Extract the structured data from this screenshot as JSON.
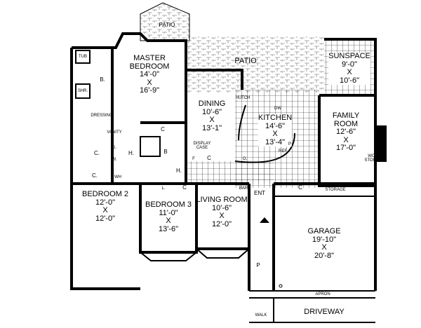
{
  "rooms": {
    "patio_small": {
      "name": "PATIO"
    },
    "patio": {
      "name": "PATIO"
    },
    "master_bedroom": {
      "name": "MASTER BEDROOM",
      "width": "14'-0\"",
      "x": "X",
      "length": "16'-9\""
    },
    "sunspace": {
      "name": "SUNSPACE",
      "width": "9'-0\"",
      "x": "X",
      "length": "10'-6\""
    },
    "dining": {
      "name": "DINING",
      "width": "10'-6\"",
      "x": "X",
      "length": "13'-1\""
    },
    "kitchen": {
      "name": "KITCHEN",
      "width": "14'-6\"",
      "x": "X",
      "length": "13'-4\""
    },
    "family_room": {
      "name": "FAMILY ROOM",
      "width": "12'-6\"",
      "x": "X",
      "length": "17'-0\""
    },
    "bedroom2": {
      "name": "BEDROOM 2",
      "width": "12'-0\"",
      "x": "X",
      "length": "12'-0\""
    },
    "bedroom3": {
      "name": "BEDROOM 3",
      "width": "11'-0\"",
      "x": "X",
      "length": "13'-6\""
    },
    "living_room": {
      "name": "LIVING ROOM",
      "width": "10'-6\"",
      "x": "X",
      "length": "12'-0\""
    },
    "garage": {
      "name": "GARAGE",
      "width": "19'-10\"",
      "x": "X",
      "length": "20'-8\""
    }
  },
  "fixtures": {
    "tub": "TUB",
    "bath_master": "B.",
    "shower": "SHR.",
    "dressing": "DRESSING",
    "vanity": "VANITY",
    "closet_master": "C.",
    "dryer": "D.",
    "washer": "W.",
    "hall1": "H.",
    "closet_linen": "C.",
    "water_heater": "WH",
    "closet_mb": "C",
    "bath2": "B",
    "hall2": "H.",
    "display_case": "DISPLAY CASE",
    "freezer": "F",
    "closet_pantry": "C",
    "hutch": "HUTCH",
    "dishwasher": "DW",
    "oven": "O.",
    "pantry": "P",
    "refrigerator": "REF",
    "linen": "L.",
    "closet_b3": "C",
    "bar": "BAR",
    "entry": "ENT",
    "closet_entry": "C",
    "storage": "STORAGE",
    "wood_storage": "WOOD STORAGE",
    "porch": "P",
    "apron": "APRON",
    "walk": "WALK",
    "driveway": "DRIVEWAY"
  }
}
